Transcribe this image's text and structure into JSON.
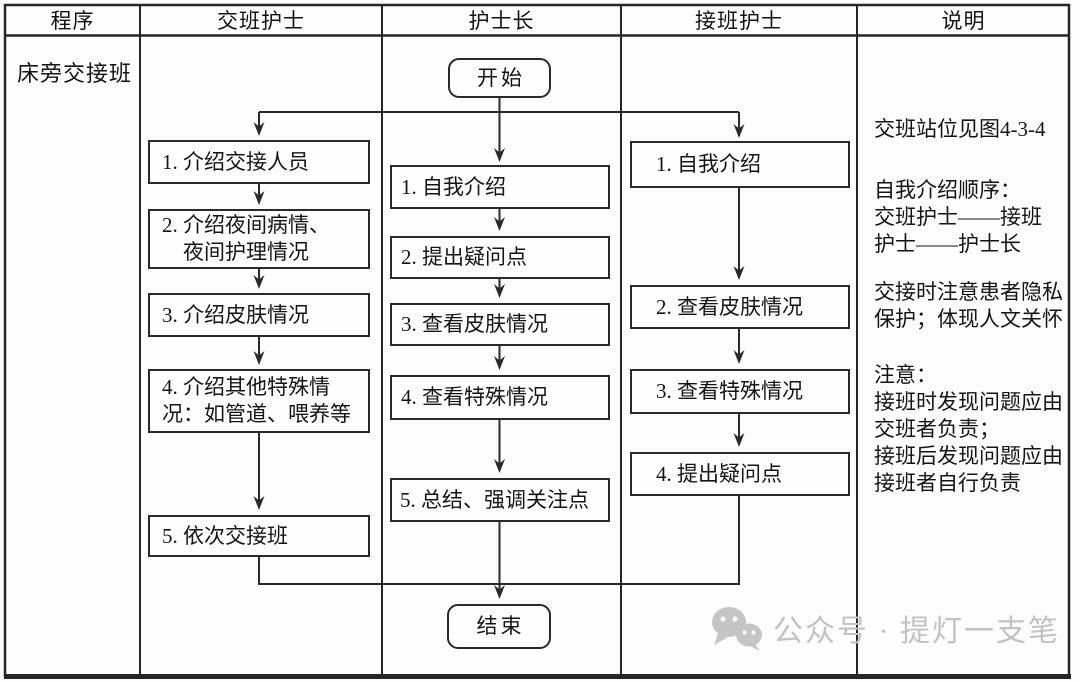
{
  "columns": [
    {
      "label": "程序"
    },
    {
      "label": "交班护士"
    },
    {
      "label": "护士长"
    },
    {
      "label": "接班护士"
    },
    {
      "label": "说明"
    }
  ],
  "procedure": {
    "row_label": "床旁交接班"
  },
  "flow": {
    "start": "开始",
    "end": "结束",
    "outgoing": [
      "1. 介绍交接人员",
      "2. 介绍夜间病情、\n　夜间护理情况",
      "3. 介绍皮肤情况",
      "4. 介绍其他特殊情\n况：如管道、喂养等",
      "5. 依次交接班"
    ],
    "head_nurse": [
      "1. 自我介绍",
      "2. 提出疑问点",
      "3. 查看皮肤情况",
      "4. 查看特殊情况",
      "5. 总结、强调关注点"
    ],
    "incoming": [
      "1. 自我介绍",
      "2. 查看皮肤情况",
      "3. 查看特殊情况",
      "4. 提出疑问点"
    ]
  },
  "notes": [
    "交班站位见图4-3-4",
    "自我介绍顺序：\n交班护士——接班\n护士——护士长",
    "交接时注意患者隐私\n保护；体现人文关怀",
    "注意：\n接班时发现问题应由\n交班者负责；\n接班后发现问题应由\n接班者自行负责"
  ],
  "watermark": {
    "icon": "wechat-icon",
    "text": "公众号 · 提灯一支笔"
  }
}
